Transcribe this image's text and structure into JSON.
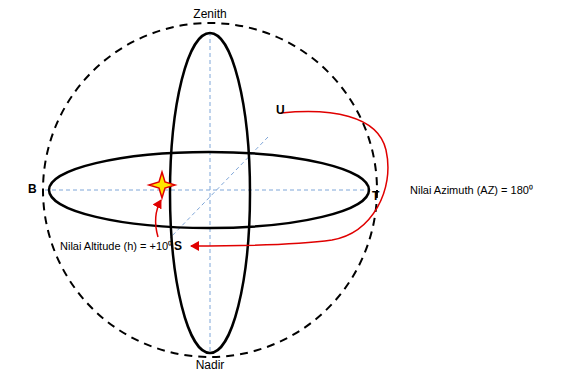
{
  "diagram": {
    "labels": [
      "Zenith",
      "U",
      "B",
      "T",
      "Nilai Azimuth (AZ) = 180⁰",
      "Nilai Altitude (h) = +10⁰",
      "S",
      "Nadir"
    ]
  }
}
